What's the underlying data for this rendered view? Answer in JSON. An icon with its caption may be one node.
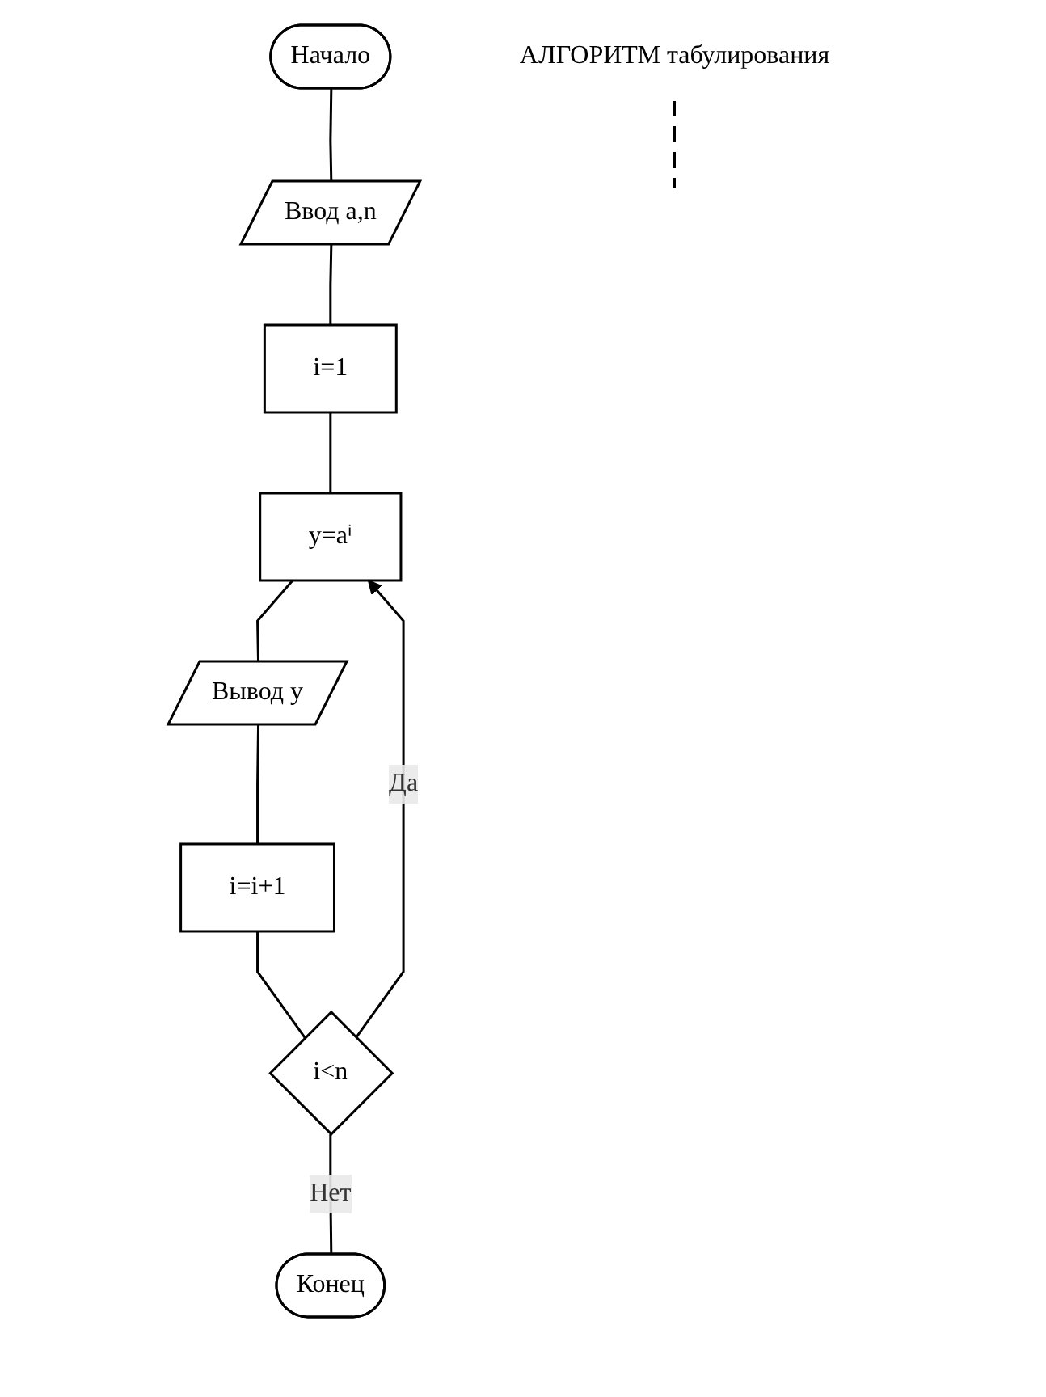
{
  "diagram": {
    "nodes": [
      {
        "text": [
          "Начало"
        ]
      },
      {
        "text": [
          "Ввод a,n"
        ]
      },
      {
        "text": [
          "АЛГОРИТМ табулирования"
        ]
      },
      {
        "text": [
          "i=1"
        ]
      },
      {
        "text": [
          "y=aⁱ"
        ]
      },
      {
        "text": [
          "Вывод y"
        ]
      },
      {
        "text": [
          "i=i+1"
        ]
      },
      {
        "text": [
          "i<n"
        ]
      },
      {
        "text": [
          "Конец"
        ]
      }
    ],
    "edges": [
      {
        "from": 0,
        "to": 1,
        "arrow": "none"
      },
      {
        "from": 1,
        "to": 3,
        "arrow": "none"
      },
      {
        "from": 2,
        "to": null,
        "arrow": "none",
        "style": "dashed"
      },
      {
        "from": 3,
        "to": 4,
        "arrow": "none"
      },
      {
        "from": 4,
        "to": 5,
        "arrow": "none"
      },
      {
        "from": 5,
        "to": 6,
        "arrow": "none"
      },
      {
        "from": 6,
        "to": 7,
        "arrow": "none"
      },
      {
        "from": 7,
        "to": 4,
        "label": "Да",
        "arrow": "to"
      },
      {
        "from": 7,
        "to": 8,
        "label": "Нет",
        "arrow": "none"
      }
    ]
  }
}
